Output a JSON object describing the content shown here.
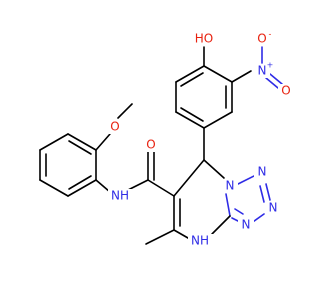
{
  "colors": {
    "carbon": "#000000",
    "oxygen": "#e8210f",
    "nitrogen": "#2f2ce6",
    "background": "#ffffff"
  },
  "atoms": {
    "hydroxyl": "HO",
    "nitro_n": "N",
    "nitro_n_charge": "+",
    "nitro_o_minus": "O",
    "nitro_o_minus_charge": "-",
    "nitro_o_double": "O",
    "methoxy_o": "O",
    "carbonyl_o": "O",
    "amide_nh": "NH",
    "ring_n7": "N",
    "tetrazole_n1": "N",
    "tetrazole_n2": "N",
    "tetrazole_n3": "N",
    "ring_nh4": "NH"
  }
}
